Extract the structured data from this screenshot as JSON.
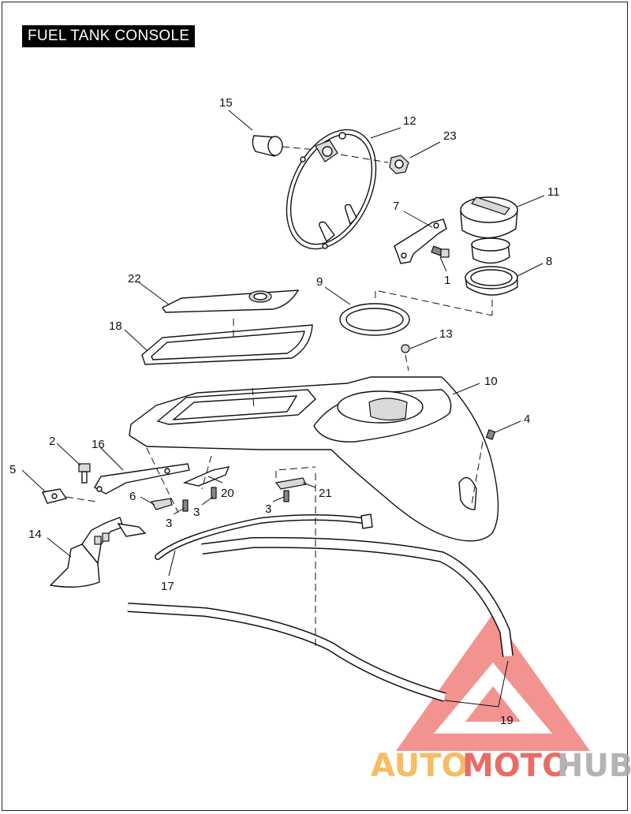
{
  "title": "FUEL TANK CONSOLE",
  "callouts": {
    "c1": "1",
    "c2": "2",
    "c3a": "3",
    "c3b": "3",
    "c3c": "3",
    "c4": "4",
    "c5": "5",
    "c6": "6",
    "c7": "7",
    "c8": "8",
    "c9": "9",
    "c10": "10",
    "c11": "11",
    "c12": "12",
    "c13": "13",
    "c14": "14",
    "c15": "15",
    "c16": "16",
    "c17": "17",
    "c18": "18",
    "c19": "19",
    "c20": "20",
    "c21": "21",
    "c22": "22",
    "c23": "23"
  },
  "watermark": {
    "part1": "AUTO",
    "part2": "MOTO",
    "part3": "HUB",
    "color_orange": "#f5b24a",
    "color_red": "#e8524a",
    "color_gray": "#a8a8a8"
  }
}
